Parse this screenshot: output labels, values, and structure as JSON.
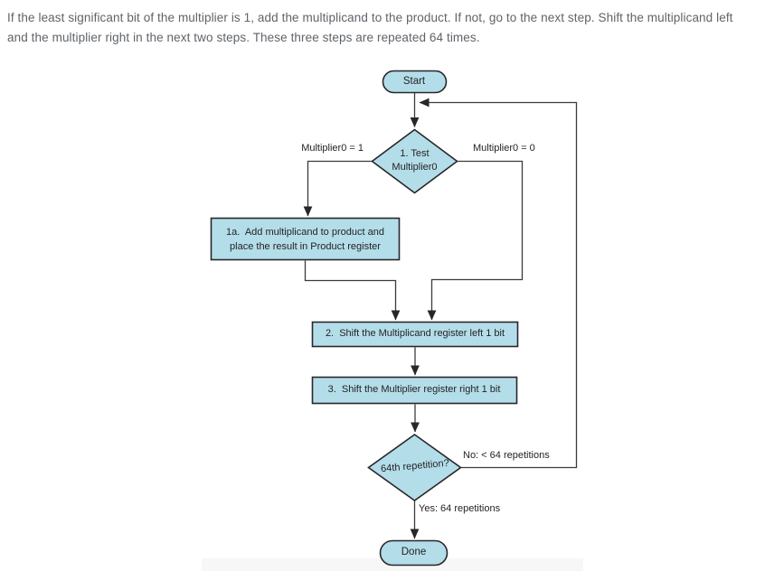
{
  "intro": {
    "line1": "If the least significant bit of the multiplier is 1, add the multiplicand to the product. If not, go to the next step. Shift the multiplicand left",
    "line2": "and the multiplier right in the next two steps. These three steps are repeated 64 times."
  },
  "flowchart": {
    "start": "Start",
    "decision1_line1": "1. Test",
    "decision1_line2": "Multiplier0",
    "label_multiplier_is_1": "Multiplier0 = 1",
    "label_multiplier_is_0": "Multiplier0 = 0",
    "step1a_line1": "1a.  Add multiplicand to product and",
    "step1a_line2": "place the result in Product register",
    "step2": "2.  Shift the Multiplicand register left 1 bit",
    "step3": "3.  Shift the Multiplier register right 1 bit",
    "decision2": "64th repetition?",
    "label_no": "No: < 64 repetitions",
    "label_yes": "Yes: 64 repetitions",
    "done": "Done"
  },
  "colors": {
    "shape_fill": "#b3dee9",
    "shape_stroke": "#29262a",
    "connector": "#3b3b3b",
    "flow_text": "#231f20",
    "intro_text": "#5f6368"
  }
}
